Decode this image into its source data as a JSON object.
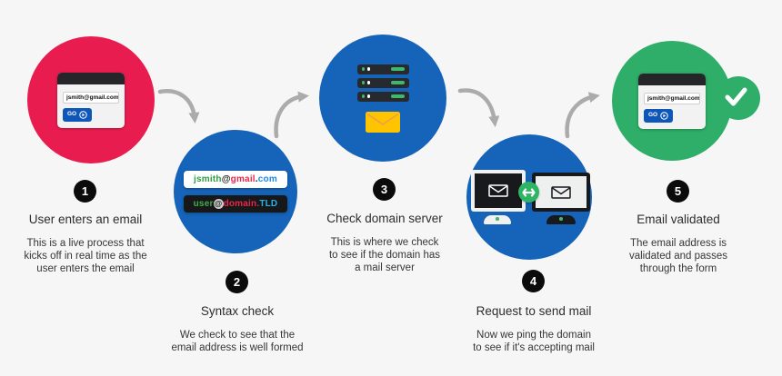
{
  "infographic": {
    "colors": {
      "background": "#f6f6f6",
      "step1_red": "#e91c4f",
      "step_blue": "#1564ba",
      "step5_green": "#2eae68",
      "badge_black": "#0b0b0b",
      "arrow_gray": "#ababab",
      "go_button_blue": "#0e57b8",
      "envelope_yellow": "#ffc400",
      "server_led_green": "#3fb86a",
      "sync_green": "#2eb564"
    },
    "steps": [
      {
        "number": "1",
        "title": "User enters an email",
        "description": "This is a live process that\nkicks off in real time as the\nuser enters the email",
        "icon": "browser-email-form-icon",
        "browser": {
          "email_value": "jsmith@gmail.com",
          "go_label": "GO"
        }
      },
      {
        "number": "2",
        "title": "Syntax check",
        "description": "We check to see that the\nemail address is well formed",
        "icon": "email-syntax-pills-icon",
        "example_email_parts": [
          {
            "text": "jsmith",
            "color": "#2f9e44"
          },
          {
            "text": "@",
            "color": "#1a1a1a"
          },
          {
            "text": "gmail",
            "color": "#e8274b"
          },
          {
            "text": ".",
            "color": "#1a1a1a"
          },
          {
            "text": "com",
            "color": "#1e88e5"
          }
        ],
        "pattern_parts": [
          {
            "text": "user",
            "color": "#3fae49"
          },
          {
            "text": "@",
            "color": "#17181a",
            "circle": true
          },
          {
            "text": "domain",
            "color": "#e8274b"
          },
          {
            "text": ".",
            "color": "#e8274b"
          },
          {
            "text": "TLD",
            "color": "#28b2e8"
          }
        ]
      },
      {
        "number": "3",
        "title": "Check domain server",
        "description": "This is where we check\nto see if the domain has\na mail server",
        "icon": "mail-server-rack-icon"
      },
      {
        "number": "4",
        "title": "Request to send mail",
        "description": "Now we ping the domain\nto see if it's accepting mail",
        "icon": "computers-exchange-mail-icon"
      },
      {
        "number": "5",
        "title": "Email validated",
        "description": "The email address is\nvalidated and passes\nthrough the form",
        "icon": "browser-email-form-validated-icon",
        "browser": {
          "email_value": "jsmith@gmail.com",
          "go_label": "GO"
        }
      }
    ]
  }
}
